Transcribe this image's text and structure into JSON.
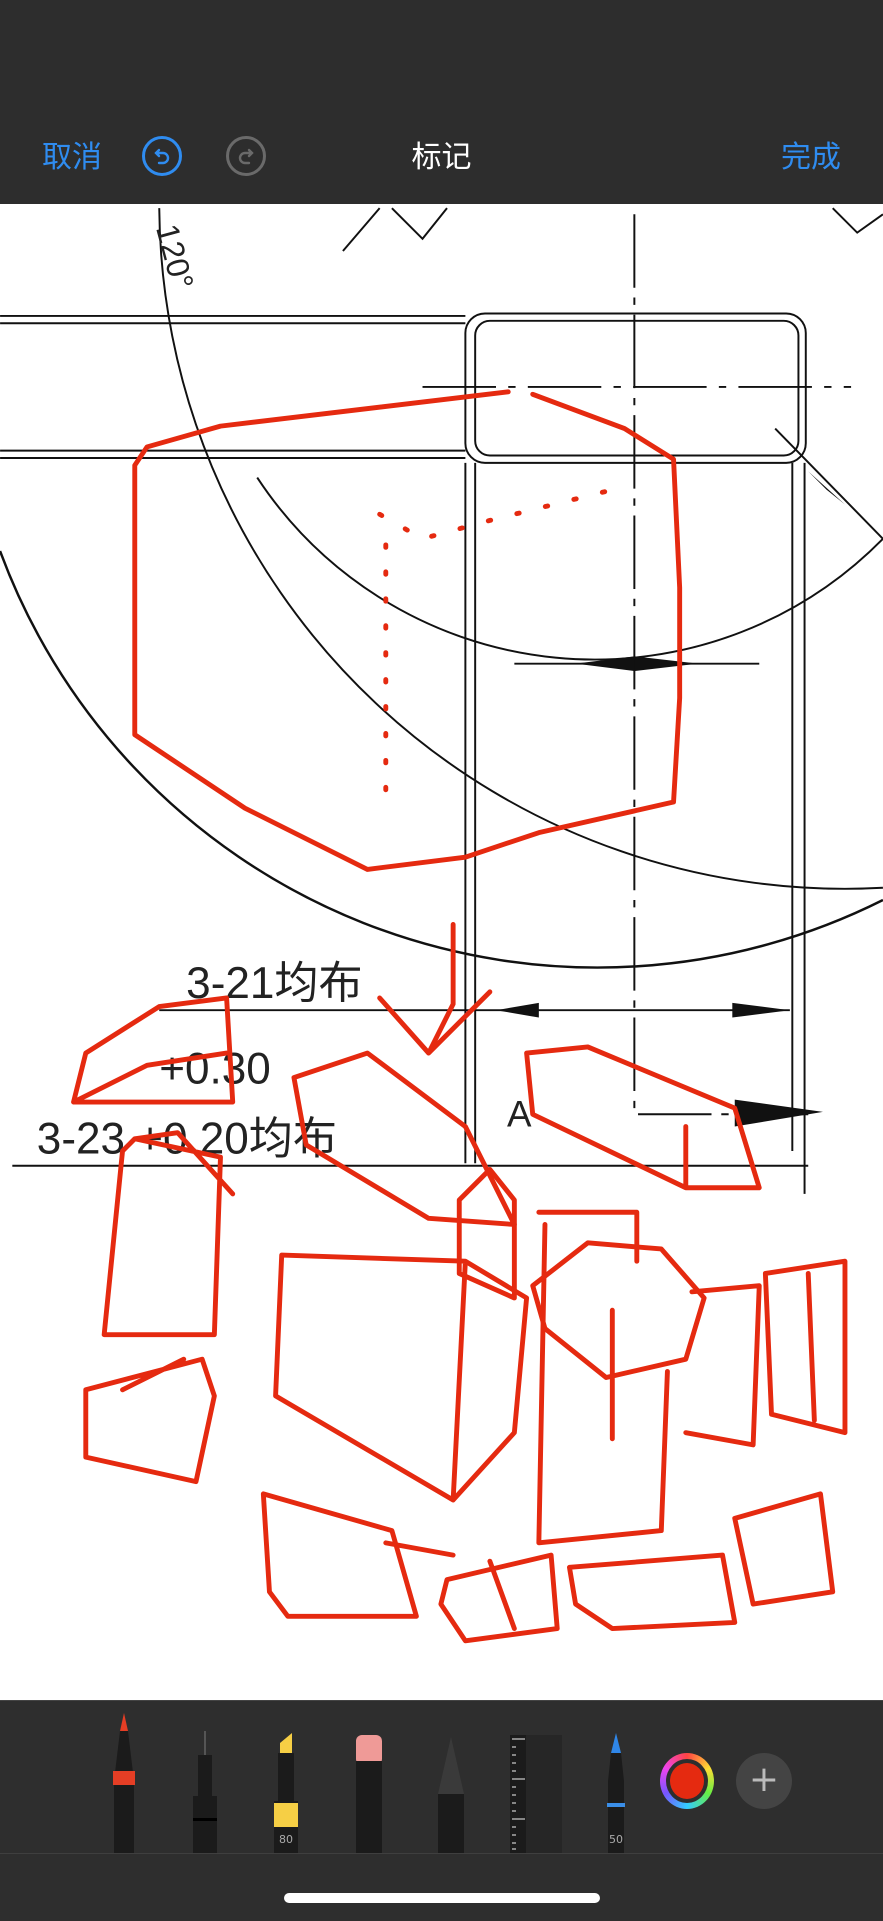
{
  "nav": {
    "cancel_label": "取消",
    "title": "标记",
    "done_label": "完成",
    "accent_color": "#2f8cf0"
  },
  "drawing": {
    "angle_label": "120°",
    "note_1": "3-21均布",
    "tolerance_1": "+0.30",
    "note_2": "3-23 +0.20均布",
    "datum_label": "A",
    "ink_color": "#e52a10"
  },
  "toolbar": {
    "tools": [
      {
        "name": "pen",
        "selected": true
      },
      {
        "name": "fineliner"
      },
      {
        "name": "highlighter",
        "opacity_label": "80"
      },
      {
        "name": "eraser"
      },
      {
        "name": "pencil"
      },
      {
        "name": "ruler"
      },
      {
        "name": "marker",
        "opacity_label": "50"
      }
    ],
    "selected_color": "#e52a10",
    "add_label": "+"
  }
}
